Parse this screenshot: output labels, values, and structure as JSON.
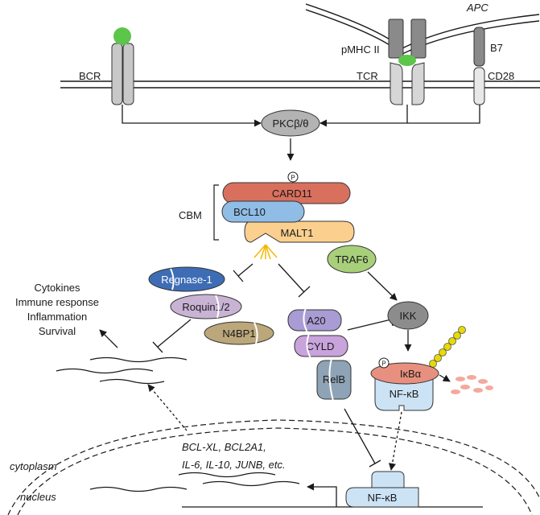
{
  "labels": {
    "apc": "APC",
    "pmhc": "pMHC II",
    "b7": "B7",
    "bcr": "BCR",
    "tcr": "TCR",
    "cd28": "CD28",
    "pkc": "PKCβ/θ",
    "p": "P",
    "card11": "CARD11",
    "bcl10": "BCL10",
    "malt1": "MALT1",
    "cbm": "CBM",
    "traf6": "TRAF6",
    "regnase": "Regnase-1",
    "roquin": "Roquin1/2",
    "n4bp1": "N4BP1",
    "a20": "A20",
    "cyld": "CYLD",
    "relb": "RelB",
    "ikk": "IKK",
    "ikba": "IκBα",
    "nfkb_cyto": "NF-κB",
    "nfkb_nuc": "NF-κB",
    "genes_line1": "BCL-XL, BCL2A1,",
    "genes_line2": "IL-6, IL-10, JUNB, etc.",
    "cytoplasm": "cytoplasm",
    "nucleus": "nucleus",
    "outcome_1": "Cytokines",
    "outcome_2": "Immune response",
    "outcome_3": "Inflammation",
    "outcome_4": "Survival"
  },
  "colors": {
    "card11": "#d9705d",
    "bcl10": "#8fbde6",
    "malt1": "#fbd08f",
    "traf6": "#a8d07a",
    "regnase": "#3e6db5",
    "roquin": "#c9b3d4",
    "n4bp1": "#bba77a",
    "a20": "#a99bd3",
    "cyld": "#c9a3dc",
    "relb": "#8ea3b5",
    "ikk": "#8c8c8c",
    "ikba": "#e8907f",
    "nfkb": "#cce3f5",
    "pkc": "#b3b3b3",
    "antigen": "#5cc54a",
    "ubiquitin": "#e8d900",
    "degradation": "#f4a99c",
    "cleavage": "#f5b800",
    "receptor_light": "#d6d6d6",
    "receptor_dark": "#8a8a8a"
  }
}
